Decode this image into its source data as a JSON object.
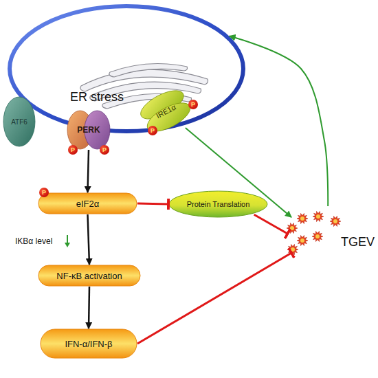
{
  "diagram": {
    "nodes": [
      {
        "text": [
          "ER stress"
        ]
      },
      {
        "text": [
          "ATF6"
        ]
      },
      {
        "text": [
          "PERK"
        ]
      },
      {
        "text": [
          "IRE1α"
        ]
      },
      {
        "text": [
          "eIF2α"
        ]
      },
      {
        "text": [
          "Protein Translation"
        ]
      },
      {
        "text": [
          "NF-κB activation"
        ]
      },
      {
        "text": [
          "IFN-α/IFN-β"
        ]
      },
      {
        "text": [
          "TGEV"
        ]
      }
    ],
    "edges": [
      {
        "from": 2,
        "to": 4,
        "arrow": "to"
      },
      {
        "from": 4,
        "to": 5,
        "arrow": "to"
      },
      {
        "from": 5,
        "to": 8,
        "arrow": "to"
      },
      {
        "from": 4,
        "to": 6,
        "arrow": "to"
      },
      {
        "from": 6,
        "to": 7,
        "arrow": "to"
      },
      {
        "from": 7,
        "to": 8,
        "arrow": "to"
      },
      {
        "from": 3,
        "to": 8,
        "arrow": "to"
      },
      {
        "from": 8,
        "to": 0,
        "arrow": "to"
      }
    ],
    "labels": [
      "P",
      "P",
      "P",
      "P",
      "P",
      "IKBα level"
    ]
  }
}
